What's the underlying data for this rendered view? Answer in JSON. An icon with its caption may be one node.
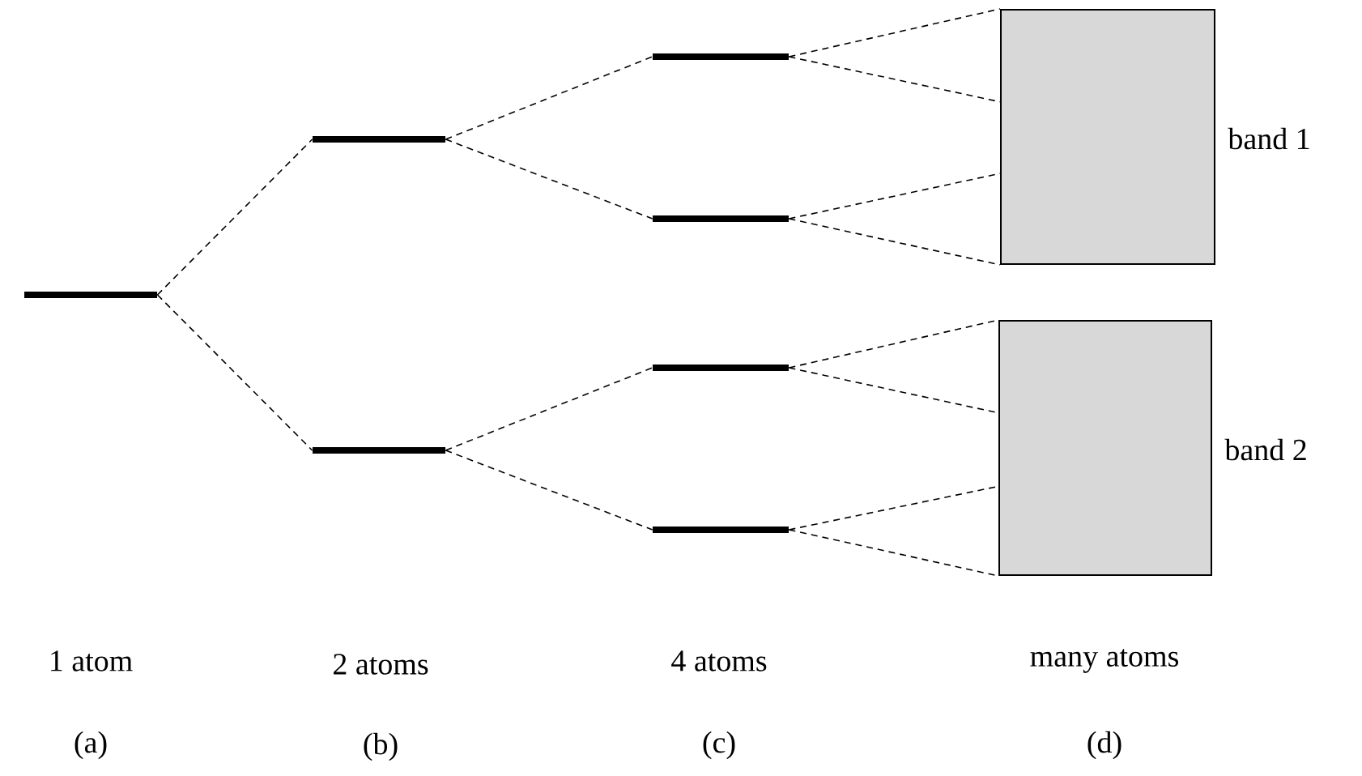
{
  "diagram": {
    "nodes": [
      {
        "text": [],
        "shape": "bar"
      },
      {
        "text": [],
        "shape": "bar"
      },
      {
        "text": [],
        "shape": "bar"
      },
      {
        "text": [],
        "shape": "bar"
      },
      {
        "text": [],
        "shape": "bar"
      },
      {
        "text": [],
        "shape": "bar"
      },
      {
        "text": [],
        "shape": "bar"
      },
      {
        "text": [],
        "shape": "box",
        "beside": [
          "band 1"
        ]
      },
      {
        "text": [],
        "shape": "box",
        "beside": [
          "band 2"
        ]
      }
    ],
    "edges": [
      {
        "from": 0,
        "to": 1,
        "arrow": "none",
        "style": "dashed"
      },
      {
        "from": 0,
        "to": 2,
        "arrow": "none",
        "style": "dashed"
      },
      {
        "from": 1,
        "to": 3,
        "arrow": "none",
        "style": "dashed"
      },
      {
        "from": 1,
        "to": 4,
        "arrow": "none",
        "style": "dashed"
      },
      {
        "from": 2,
        "to": 5,
        "arrow": "none",
        "style": "dashed"
      },
      {
        "from": 2,
        "to": 6,
        "arrow": "none",
        "style": "dashed"
      },
      {
        "from": 3,
        "to": 7,
        "arrow": "none",
        "style": "dashed"
      },
      {
        "from": 3,
        "to": 7,
        "arrow": "none",
        "style": "dashed"
      },
      {
        "from": 4,
        "to": 7,
        "arrow": "none",
        "style": "dashed"
      },
      {
        "from": 4,
        "to": 7,
        "arrow": "none",
        "style": "dashed"
      },
      {
        "from": 5,
        "to": 8,
        "arrow": "none",
        "style": "dashed"
      },
      {
        "from": 5,
        "to": 8,
        "arrow": "none",
        "style": "dashed"
      },
      {
        "from": 6,
        "to": 8,
        "arrow": "none",
        "style": "dashed"
      },
      {
        "from": 6,
        "to": 8,
        "arrow": "none",
        "style": "dashed"
      }
    ],
    "labels": [
      "1 atom",
      "2 atoms",
      "4 atoms",
      "many atoms",
      "(a)",
      "(b)",
      "(c)",
      "(d)"
    ]
  }
}
